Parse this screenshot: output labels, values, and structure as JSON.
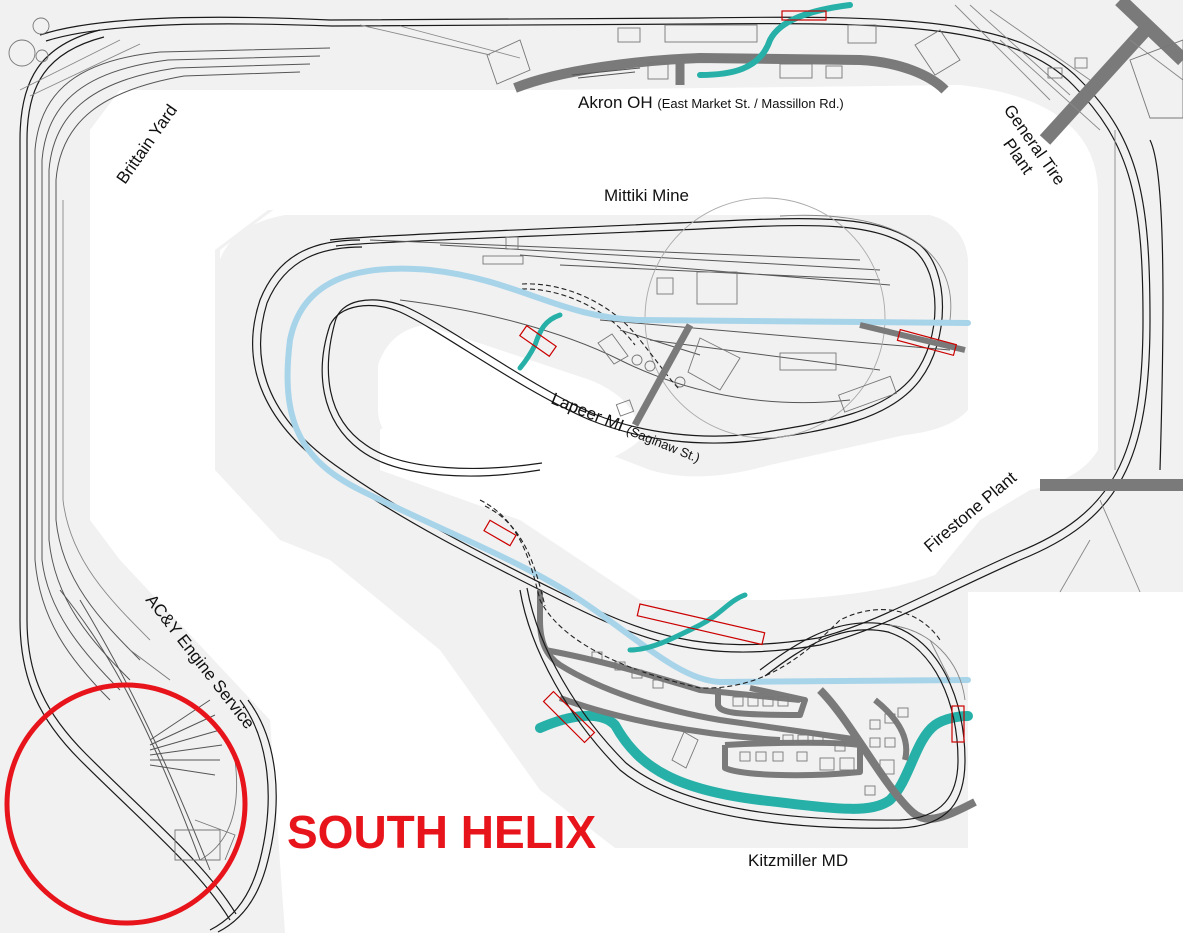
{
  "labels": {
    "akron_main": "Akron OH",
    "akron_sub": "(East Market St. / Massillon Rd.)",
    "general_tire_1": "General Tire",
    "general_tire_2": "Plant",
    "brittain_yard": "Brittain Yard",
    "mittiki_mine": "Mittiki Mine",
    "lapeer_main": "Lapeer MI",
    "lapeer_sub": "(Saginaw St.)",
    "firestone": "Firestone Plant",
    "acy_engine": "AC&Y Engine Service",
    "kitzmiller": "Kitzmiller MD",
    "south_helix": "SOUTH HELIX"
  },
  "colors": {
    "benchwork": "#f1f1f1",
    "track": "#1a1a1a",
    "road": "#7a7a7a",
    "river_light": "#a8d4ea",
    "river_teal": "#27b0a8",
    "bridge": "#cc0000",
    "helix": "#e8141b"
  }
}
